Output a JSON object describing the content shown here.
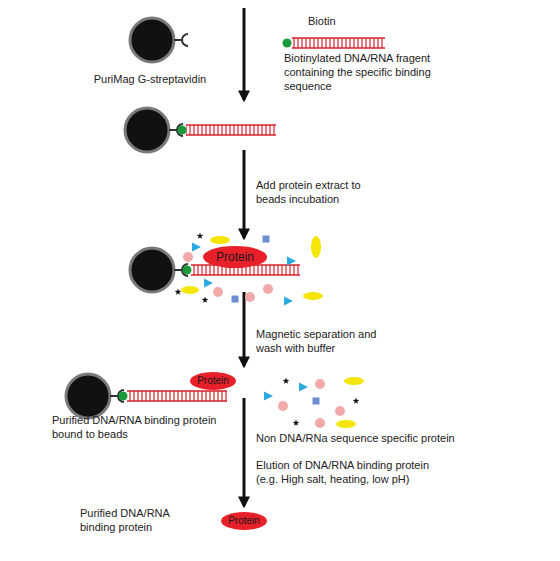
{
  "diagram": {
    "nodes": [
      {
        "text": [
          "Protein"
        ]
      },
      {
        "text": [
          "Protein"
        ]
      },
      {
        "text": [
          "Protein"
        ]
      }
    ],
    "labels": [
      "Biotin",
      "PuriMag G-streptavidin",
      "Biotinylated DNA/RNA fragent containing the specific binding sequence",
      "Add protein extract to beads incubation",
      "Magnetic separation and wash with buffer",
      "Purified DNA/RNA binding protein bound to beads",
      "Non DNA/RNa sequence specific protein",
      "Elution of DNA/RNA binding protein (e.g. High salt, heating, low pH)",
      "Purified DNA/RNA binding protein"
    ]
  }
}
